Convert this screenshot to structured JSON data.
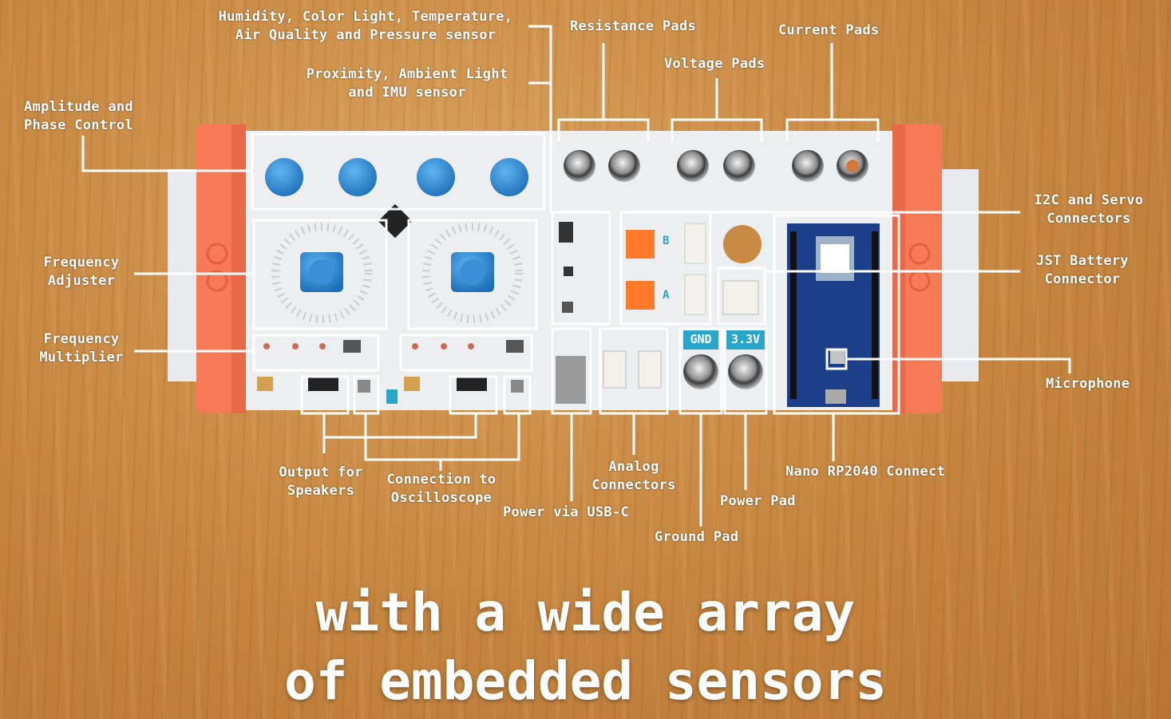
{
  "labels": {
    "humidity": "Humidity, Color Light, Temperature,\nAir Quality and Pressure sensor",
    "proximity": "Proximity, Ambient Light\nand IMU sensor",
    "amplitude": "Amplitude and\nPhase Control",
    "freq_adjuster": "Frequency\nAdjuster",
    "freq_multiplier": "Frequency\nMultiplier",
    "resistance_pads": "Resistance Pads",
    "voltage_pads": "Voltage Pads",
    "current_pads": "Current Pads",
    "i2c_servo": "I2C and Servo\nConnectors",
    "jst_battery": "JST Battery\nConnector",
    "microphone": "Microphone",
    "output_speakers": "Output for\nSpeakers",
    "oscilloscope": "Connection to\nOscilloscope",
    "usb_c": "Power via USB-C",
    "analog": "Analog\nConnectors",
    "ground_pad": "Ground Pad",
    "power_pad": "Power Pad",
    "nano": "Nano RP2040 Connect"
  },
  "board_marks": {
    "gnd": "GND",
    "v33": "3.3V",
    "b": "B",
    "a": "A",
    "minus": "−",
    "plus": "+"
  },
  "caption": {
    "line1": "with a wide array",
    "line2": "of embedded sensors"
  },
  "colors": {
    "annotation": "#ffffff",
    "pcb": "#eceef0",
    "end_caps": "#f57a55",
    "knobs": "#2f8fd8",
    "connectors": "#ff7a2a",
    "nano_board": "#1d3f8a"
  }
}
